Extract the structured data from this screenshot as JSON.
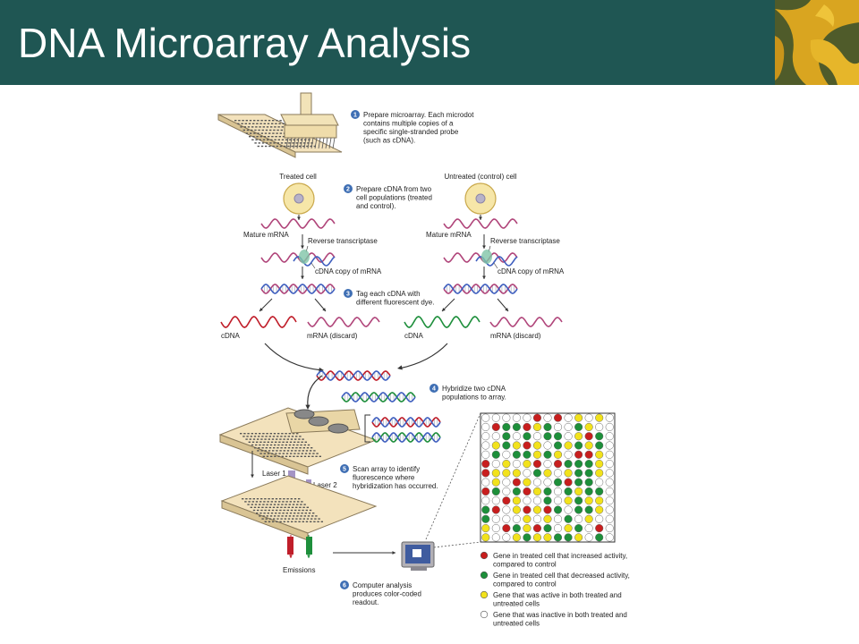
{
  "slide": {
    "title": "DNA Microarray Analysis"
  },
  "steps": [
    {
      "number": "1",
      "lines": [
        "Prepare microarray. Each microdot",
        "contains multiple copies of a",
        "specific single-stranded probe",
        "(such as cDNA)."
      ]
    },
    {
      "number": "2",
      "lines": [
        "Prepare cDNA from two",
        "cell populations (treated",
        "and control)."
      ]
    },
    {
      "number": "3",
      "lines": [
        "Tag each cDNA with",
        "different fluorescent dye."
      ]
    },
    {
      "number": "4",
      "lines": [
        "Hybridize two cDNA",
        "populations to array."
      ]
    },
    {
      "number": "5",
      "lines": [
        "Scan array to identify",
        "fluorescence where",
        "hybridization has occurred."
      ]
    },
    {
      "number": "6",
      "lines": [
        "Computer analysis",
        "produces color-coded",
        "readout."
      ]
    }
  ],
  "labels": {
    "treated_cell": "Treated cell",
    "untreated_cell": "Untreated (control) cell",
    "mature_mrna": "Mature mRNA",
    "reverse_transcriptase": "Reverse transcriptase",
    "cdna_copy": "cDNA copy of mRNA",
    "cdna": "cDNA",
    "mrna_discard": "mRNA (discard)",
    "laser1": "Laser 1",
    "laser2": "Laser 2",
    "emissions": "Emissions"
  },
  "legend": [
    {
      "color": "#c81e1e",
      "lines": [
        "Gene in treated cell that increased activity,",
        "compared to control"
      ]
    },
    {
      "color": "#1d8f3a",
      "lines": [
        "Gene in treated cell that decreased activity,",
        "compared to control"
      ]
    },
    {
      "color": "#f2e21c",
      "lines": [
        "Gene that was active in both treated and",
        "untreated cells"
      ]
    },
    {
      "color": "#ffffff",
      "lines": [
        "Gene that was inactive in both treated and",
        "untreated cells"
      ]
    }
  ],
  "readout_grid": [
    "WWWWWRWRWYWYW",
    "WRGGRYGWWGYWW",
    "WWGWGWGGWYRGW",
    "WYGYRYWGYGYGW",
    "WGWGGYGYWRRYW",
    "RWYWYRWRGGGYW",
    "RYYYWGYWYGGYW",
    "WYWRYWWGRGGWW",
    "RGWGRYGWGYGGW",
    "WWRYWWGWYGYYW",
    "GRWYRYRGWGGYW",
    "GWWWYWYWGWYWW",
    "YWRGYRGWYGWRW",
    "YWWYGYYGGYWGW"
  ],
  "colors": {
    "header": "#1f5653",
    "red_dye": "#c01e2a",
    "green_dye": "#1e8f3c",
    "mrna": "#b0457a",
    "cdna_strand": "#3f5fbf",
    "step_badge": "#3f6fb4"
  }
}
